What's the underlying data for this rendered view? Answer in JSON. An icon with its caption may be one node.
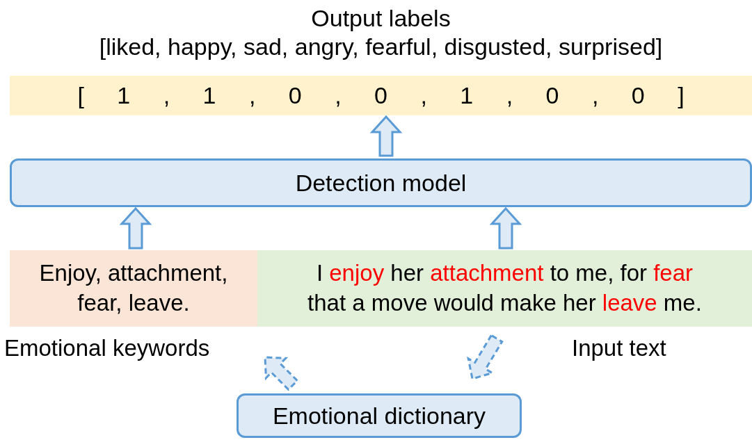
{
  "diagram": {
    "nodes": [
      {
        "text": [
          "Output labels",
          "[liked, happy, sad, angry, fearful, disgusted, surprised]",
          "[ 1 , 1 , 0 , 0 , 1 , 0 , 0 ]"
        ]
      },
      {
        "text": [
          "Detection model"
        ]
      },
      {
        "text": [
          "Enjoy, attachment, fear, leave.",
          "Emotional keywords"
        ]
      },
      {
        "text": [
          "I **enjoy** her **attachment** to me, for **fear** that a move would make her **leave** me.",
          "Input text"
        ]
      },
      {
        "text": [
          "Emotional dictionary"
        ]
      }
    ],
    "edges": [
      {
        "from": 1,
        "to": 0,
        "arrow": "to"
      },
      {
        "from": 2,
        "to": 1,
        "arrow": "to"
      },
      {
        "from": 3,
        "to": 1,
        "arrow": "to"
      },
      {
        "from": 4,
        "to": 2,
        "arrow": "to",
        "style": "dashed"
      },
      {
        "from": 3,
        "to": 4,
        "arrow": "to",
        "style": "dashed"
      }
    ]
  }
}
